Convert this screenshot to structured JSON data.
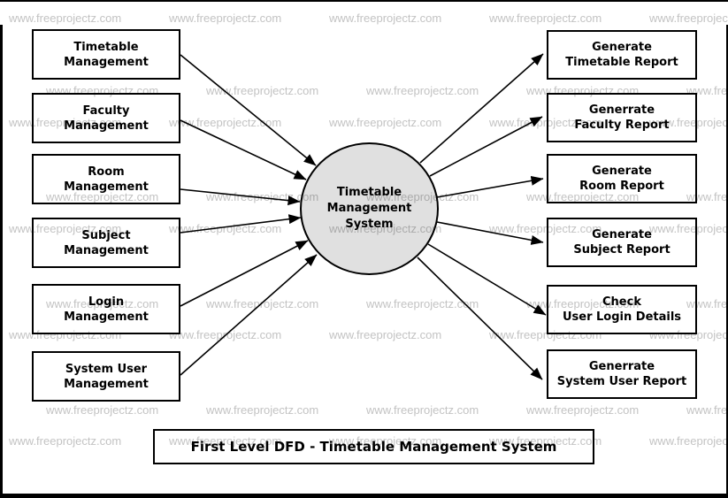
{
  "watermark": {
    "text": "www.freeprojectz.com",
    "color": "#c3c3c3"
  },
  "process": {
    "label": "Timetable\nManagement\nSystem",
    "fill": "#e0e0e0"
  },
  "external_entities": [
    {
      "label": "Timetable\nManagement"
    },
    {
      "label": "Faculty\nManagement"
    },
    {
      "label": "Room\nManagement"
    },
    {
      "label": "Subject\nManagement"
    },
    {
      "label": "Login\nManagement"
    },
    {
      "label": "System User\nManagement"
    }
  ],
  "outputs": [
    {
      "label": "Generate\nTimetable Report"
    },
    {
      "label": "Generrate\nFaculty Report"
    },
    {
      "label": "Generate\nRoom Report"
    },
    {
      "label": "Generate\nSubject Report"
    },
    {
      "label": "Check\nUser Login Details"
    },
    {
      "label": "Generrate\nSystem User Report"
    }
  ],
  "title": {
    "label": "First Level DFD - Timetable Management System"
  }
}
